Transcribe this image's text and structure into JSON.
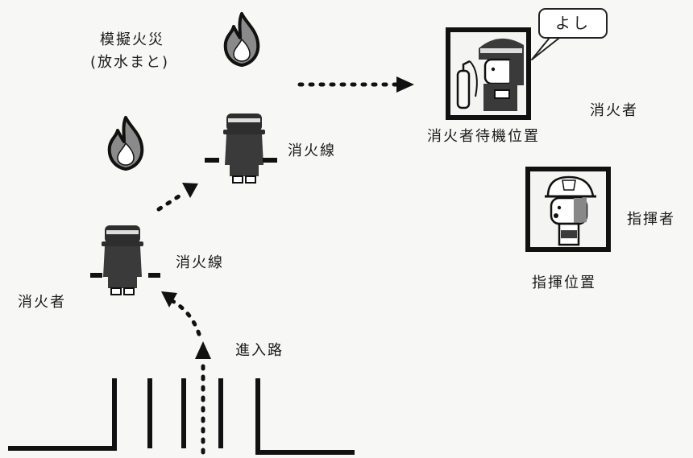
{
  "labels": {
    "mock_fire": "模擬火災",
    "mock_fire_sub": "(放水まと)",
    "firefighter_wait_position": "消火者待機位置",
    "firefighter_right": "消火者",
    "commander": "指揮者",
    "command_position": "指揮位置",
    "fire_line_upper": "消火線",
    "fire_line_lower": "消火線",
    "firefighter_left": "消火者",
    "approach_path": "進入路",
    "speech_bubble": "よし"
  },
  "colors": {
    "ink": "#1a1a1a",
    "figure_gray": "#3a3a3a",
    "background": "#f7f7f5"
  },
  "icons": [
    "flame-icon",
    "firefighter-icon",
    "fire-extinguisher-icon",
    "commander-helmet-icon"
  ]
}
